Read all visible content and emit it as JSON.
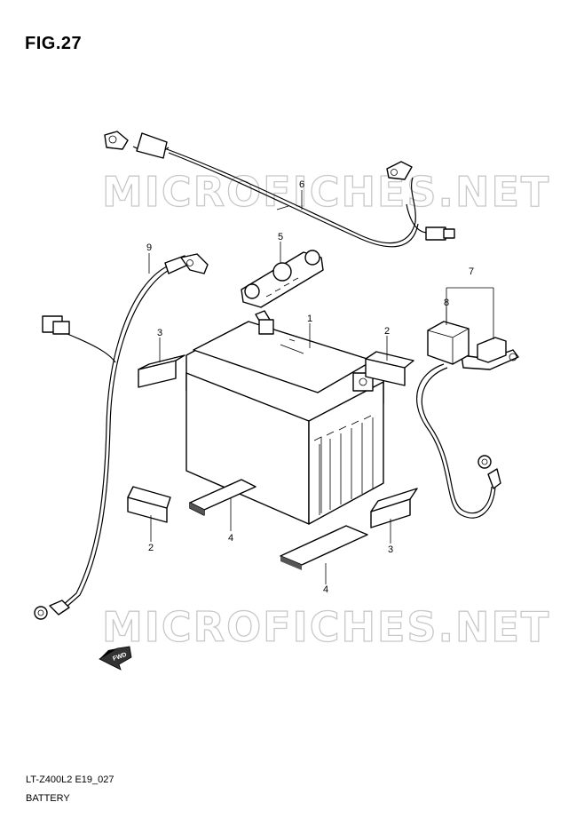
{
  "figure": {
    "title": "FIG.27"
  },
  "watermark": "MICROFICHES.NET",
  "footer": {
    "model_code": "LT-Z400L2 E19_027",
    "section_name": "BATTERY"
  },
  "direction_marker": {
    "label": "FWD",
    "icon": "forward-arrow-icon"
  },
  "callouts": {
    "battery": "1",
    "pad_right_top": "2",
    "pad_left_bottom": "2",
    "pad_left_top": "3",
    "pad_right_bottom": "3",
    "base_pad_left": "4",
    "base_pad_front": "4",
    "battery_holder": "5",
    "wire_harness": "6",
    "starter_cable_assy": "7",
    "terminal_cover": "8",
    "ground_cable": "9"
  }
}
